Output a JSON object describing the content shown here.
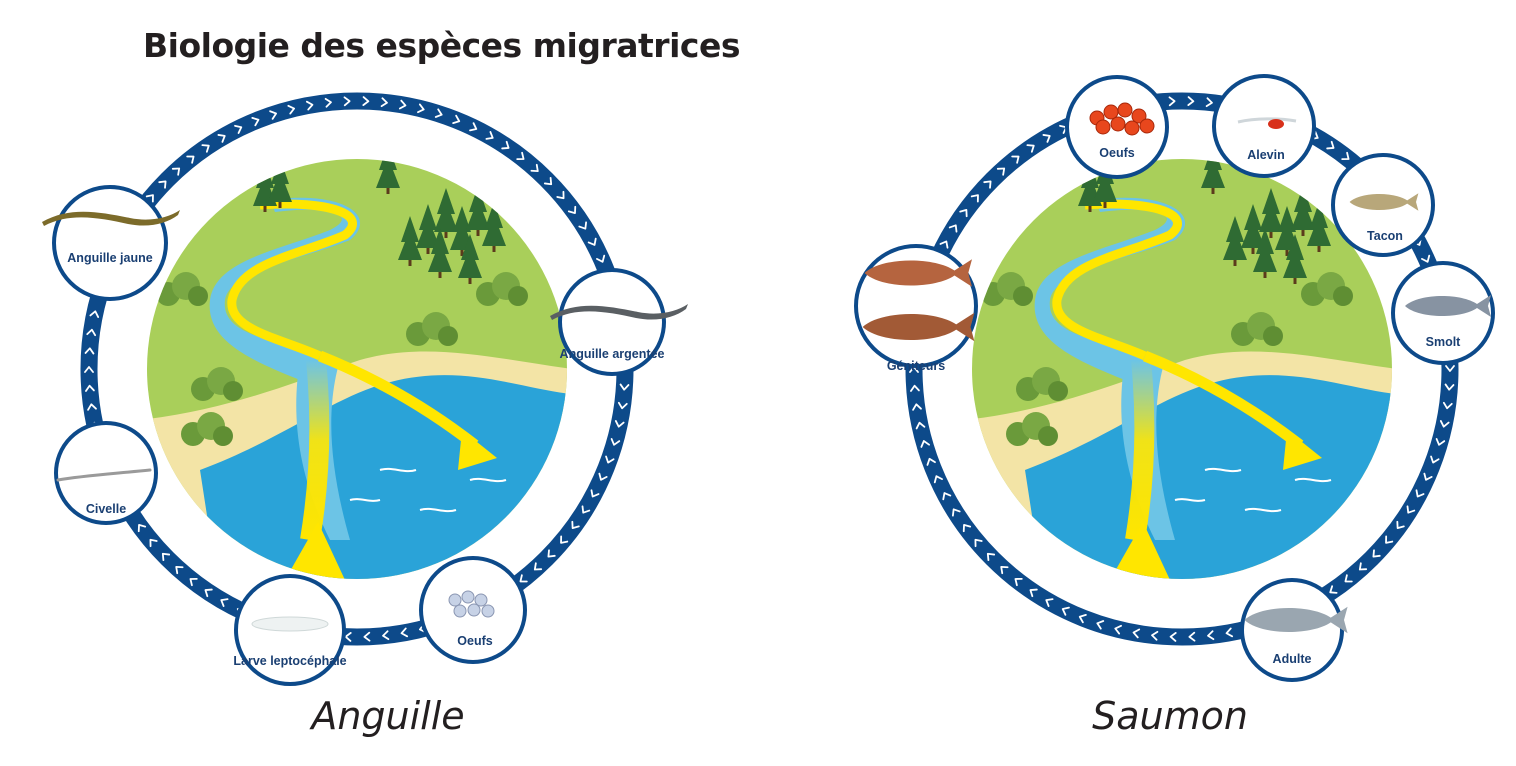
{
  "title": "Biologie des espèces migratrices",
  "colors": {
    "ring": "#0d4a8a",
    "label": "#1a3f72",
    "arrow": "#ffe600",
    "water": "#2aa3d8",
    "land": "#a9cf5a",
    "forest": "#2f6b33",
    "sand": "#f3e4a6"
  },
  "cycles": [
    {
      "species": "Anguille",
      "stages": [
        {
          "label": "Anguille jaune",
          "icon": "yellow-eel-icon"
        },
        {
          "label": "Anguille argentée",
          "icon": "silver-eel-icon"
        },
        {
          "label": "Oeufs",
          "icon": "eel-eggs-icon"
        },
        {
          "label": "Larve leptocéphale",
          "icon": "leptocephalus-larva-icon"
        },
        {
          "label": "Civelle",
          "icon": "glass-eel-icon"
        }
      ]
    },
    {
      "species": "Saumon",
      "stages": [
        {
          "label": "Oeufs",
          "icon": "salmon-eggs-icon"
        },
        {
          "label": "Alevin",
          "icon": "alevin-icon"
        },
        {
          "label": "Tacon",
          "icon": "parr-icon"
        },
        {
          "label": "Smolt",
          "icon": "smolt-icon"
        },
        {
          "label": "Adulte",
          "icon": "adult-salmon-icon"
        },
        {
          "label": "Géniteurs",
          "icon": "spawners-icon"
        }
      ]
    }
  ]
}
